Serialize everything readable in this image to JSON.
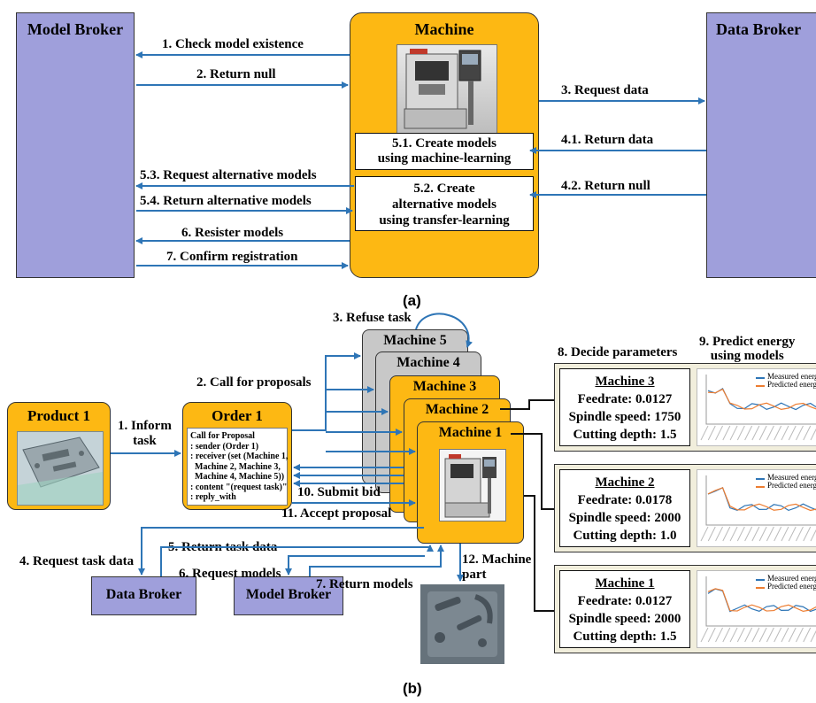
{
  "colors": {
    "arrow": "#2e75b6",
    "broker": "#9f9fdb",
    "agent": "#fdb813",
    "inactive_machine": "#c8c8c8",
    "measured_series": "#2e75b6",
    "predicted_series": "#ed7d31"
  },
  "panel_a": {
    "caption": "(a)",
    "model_broker": "Model Broker",
    "machine": "Machine",
    "data_broker": "Data Broker",
    "box_ml": "5.1. Create models\nusing machine-learning",
    "box_tl": "5.2. Create\nalternative models\nusing transfer-learning",
    "machine_image": "cnc-machine-image",
    "arrows": [
      "1. Check model existence",
      "2. Return null",
      "3. Request data",
      "4.1. Return data",
      "4.2. Return null",
      "5.3. Request alternative models",
      "5.4. Return alternative models",
      "6. Resister models",
      "7. Confirm registration"
    ]
  },
  "panel_b": {
    "caption": "(b)",
    "product": "Product 1",
    "product_image": "part-model-image",
    "order": "Order 1",
    "order_text": "Call for Proposal\n: sender (Order 1)\n: receiver (set (Machine 1,\n  Machine 2, Machine 3,\n  Machine 4, Machine 5))\n: content \"(request task)\"\n: reply_with",
    "machines": [
      "Machine 5",
      "Machine 4",
      "Machine 3",
      "Machine 2",
      "Machine 1"
    ],
    "data_broker": "Data Broker",
    "model_broker": "Model Broker",
    "machined_part_image": "machined-part-photo",
    "labels": {
      "inform": "1. Inform\ntask",
      "call": "2. Call for proposals",
      "refuse": "3. Refuse task",
      "request_task_data": "4. Request task data",
      "return_task_data": "5. Return task data",
      "request_models": "6. Request models",
      "return_models": "7. Return models",
      "decide": "8. Decide parameters",
      "predict": "9. Predict energy\nusing models",
      "submit": "10. Submit bid",
      "accept": "11. Accept proposal",
      "machine_part": "12. Machine\npart"
    },
    "params": [
      {
        "name": "Machine 3",
        "feedrate": "Feedrate: 0.0127",
        "spindle": "Spindle speed: 1750",
        "depth": "Cutting depth: 1.5"
      },
      {
        "name": "Machine 2",
        "feedrate": "Feedrate: 0.0178",
        "spindle": "Spindle speed: 2000",
        "depth": "Cutting depth: 1.0"
      },
      {
        "name": "Machine 1",
        "feedrate": "Feedrate: 0.0127",
        "spindle": "Spindle speed: 2000",
        "depth": "Cutting depth: 1.5"
      }
    ],
    "chart_legend": {
      "measured": "Measured energ",
      "predicted": "Predicted energ"
    }
  }
}
